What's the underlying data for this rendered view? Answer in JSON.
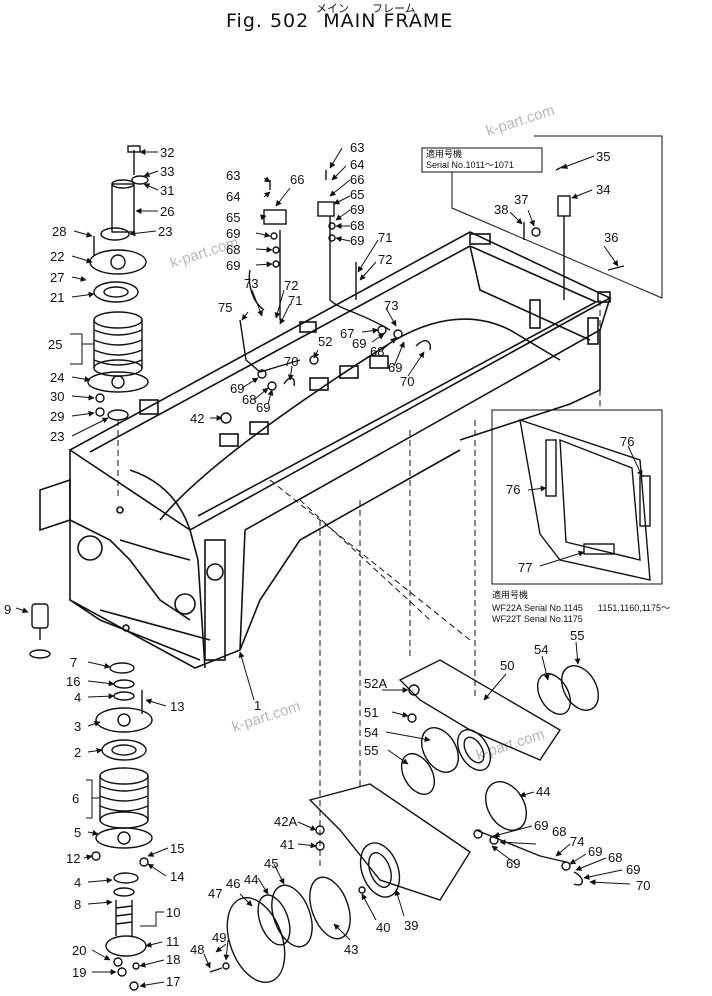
{
  "title": {
    "fig": "Fig. 502",
    "name": "MAIN FRAME",
    "kana_left": "メイン",
    "kana_right": "フレーム"
  },
  "inset_top": {
    "jp": "適用号機",
    "serial": "Serial No.1011～1071"
  },
  "inset_right": {
    "jp": "適用号機",
    "line1": "WF22A Serial No.1145",
    "line1b": "1151,1160,1175～",
    "line2": "WF22T Serial No.1175"
  },
  "watermark": "k-part.com",
  "colors": {
    "ink": "#111111",
    "watermark": "#b8b8b8"
  },
  "labels": {
    "l32": "32",
    "l33": "33",
    "l31": "31",
    "l26": "26",
    "l28": "28",
    "l23a": "23",
    "l22": "22",
    "l27": "27",
    "l21": "21",
    "l25": "25",
    "l24": "24",
    "l30": "30",
    "l29": "29",
    "l23b": "23",
    "l63a": "63",
    "l64a": "64",
    "l66a": "66",
    "l65a": "65",
    "l69a": "69",
    "l68a": "68",
    "l69b": "69",
    "l73a": "73",
    "l72a": "72",
    "l71a": "71",
    "l75": "75",
    "l63b": "63",
    "l64b": "64",
    "l66b": "66",
    "l65b": "65",
    "l69c": "69",
    "l68b": "68",
    "l69d": "69",
    "l71b": "71",
    "l72b": "72",
    "l73b": "73",
    "l52": "52",
    "l67": "67",
    "l69e": "69",
    "l68c": "68",
    "l69f": "69",
    "l70a": "70",
    "l70b": "70",
    "l69g": "69",
    "l68d": "68",
    "l69h": "69",
    "l42": "42",
    "l35": "35",
    "l37": "37",
    "l38": "38",
    "l34": "34",
    "l36": "36",
    "l76a": "76",
    "l76b": "76",
    "l77": "77",
    "l9": "9",
    "l7": "7",
    "l16": "16",
    "l4a": "4",
    "l13": "13",
    "l3": "3",
    "l2": "2",
    "l6": "6",
    "l5": "5",
    "l15": "15",
    "l12": "12",
    "l14": "14",
    "l4b": "4",
    "l8": "8",
    "l10": "10",
    "l11": "11",
    "l20": "20",
    "l18": "18",
    "l19": "19",
    "l17": "17",
    "l1": "1",
    "l55a": "55",
    "l54a": "54",
    "l50": "50",
    "l52A": "52A",
    "l51": "51",
    "l54b": "54",
    "l55b": "55",
    "l44a": "44",
    "l42A": "42A",
    "l41": "41",
    "l69i": "69",
    "l68e": "68",
    "l74": "74",
    "l69j": "69",
    "l69k": "69",
    "l68f": "68",
    "l69l": "69",
    "l70c": "70",
    "l45": "45",
    "l44b": "44",
    "l46": "46",
    "l47": "47",
    "l49": "49",
    "l48": "48",
    "l43": "43",
    "l40": "40",
    "l39": "39"
  }
}
